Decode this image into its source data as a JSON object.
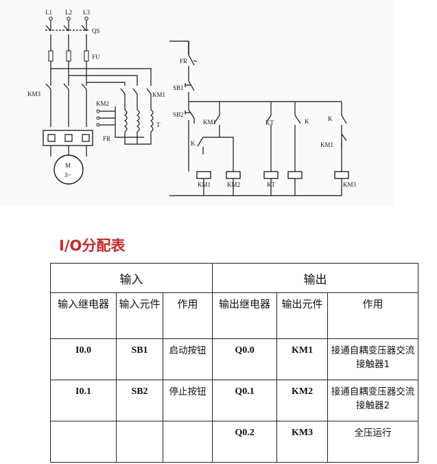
{
  "diagram": {
    "main": {
      "phases": [
        "L1",
        "L2",
        "L3"
      ],
      "qs": "QS",
      "fu": "FU",
      "km3": "KM3",
      "km2": "KM2",
      "km1": "KM1",
      "t": "T",
      "fr": "FR",
      "motor": "M",
      "motor_sub": "3~"
    },
    "control": {
      "fr": "FR",
      "sb1": "SB1",
      "sb2": "SB2",
      "km1_contact": "KM1",
      "k_contact": "K",
      "kt_contact": "KT",
      "k2": "K",
      "k3": "K",
      "km1_contact2": "KM1",
      "coils": [
        "KM1",
        "KM2",
        "KT",
        "",
        "KM3"
      ]
    }
  },
  "io": {
    "title": "I/O分配表",
    "input_header": "输入",
    "output_header": "输出",
    "columns": [
      "输入继电器",
      "输入元件",
      "作用",
      "输出继电器",
      "输出元件",
      "作用"
    ],
    "rows": [
      [
        "I0.0",
        "SB1",
        "启动按钮",
        "Q0.0",
        "KM1",
        "接通自耦变压器交流接触器1"
      ],
      [
        "I0.1",
        "SB2",
        "停止按钮",
        "Q0.1",
        "KM2",
        "接通自耦变压器交流接触器2"
      ],
      [
        "",
        "",
        "",
        "Q0.2",
        "KM3",
        "全压运行"
      ]
    ]
  }
}
